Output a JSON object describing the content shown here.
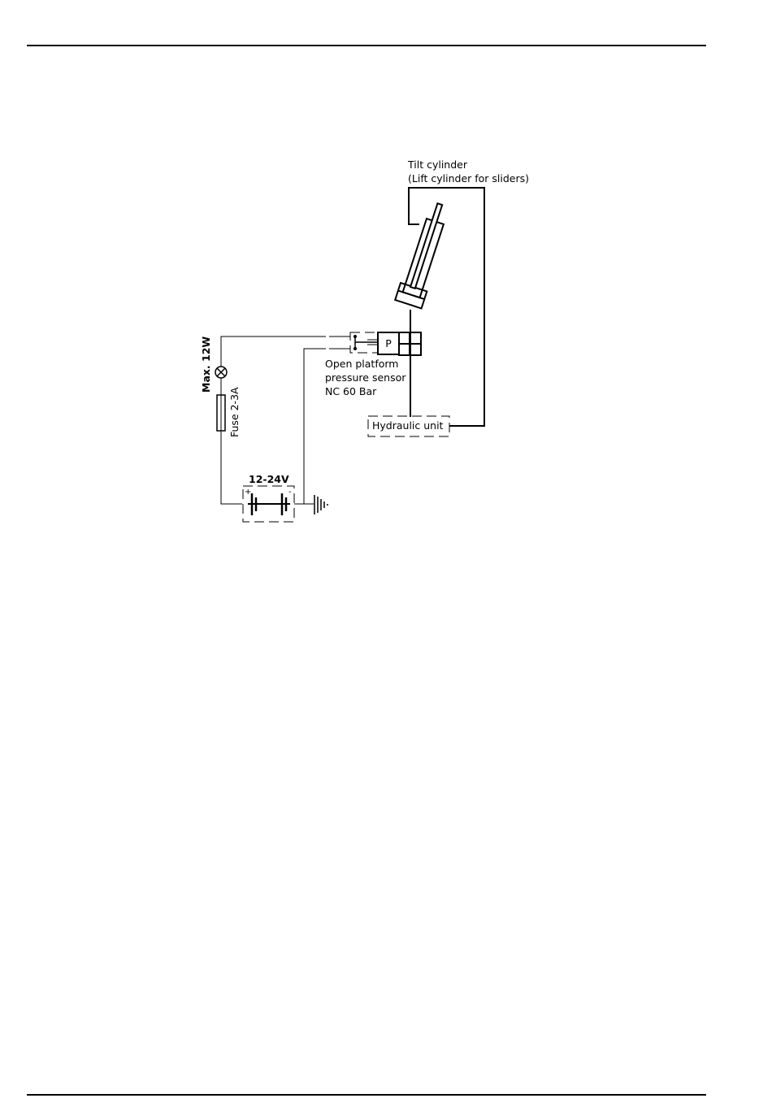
{
  "labels": {
    "tilt_cylinder_line1": "Tilt cylinder",
    "tilt_cylinder_line2": "(Lift cylinder for sliders)",
    "sensor_line1": "Open platform",
    "sensor_line2": "pressure sensor",
    "sensor_line3": "NC 60 Bar",
    "sensor_symbol": "P",
    "hydraulic_unit": "Hydraulic unit",
    "lamp_rating": "Max. 12W",
    "fuse_rating": "Fuse 2-3A",
    "battery_voltage": "12-24V",
    "battery_plus": "+",
    "battery_minus": "-"
  }
}
